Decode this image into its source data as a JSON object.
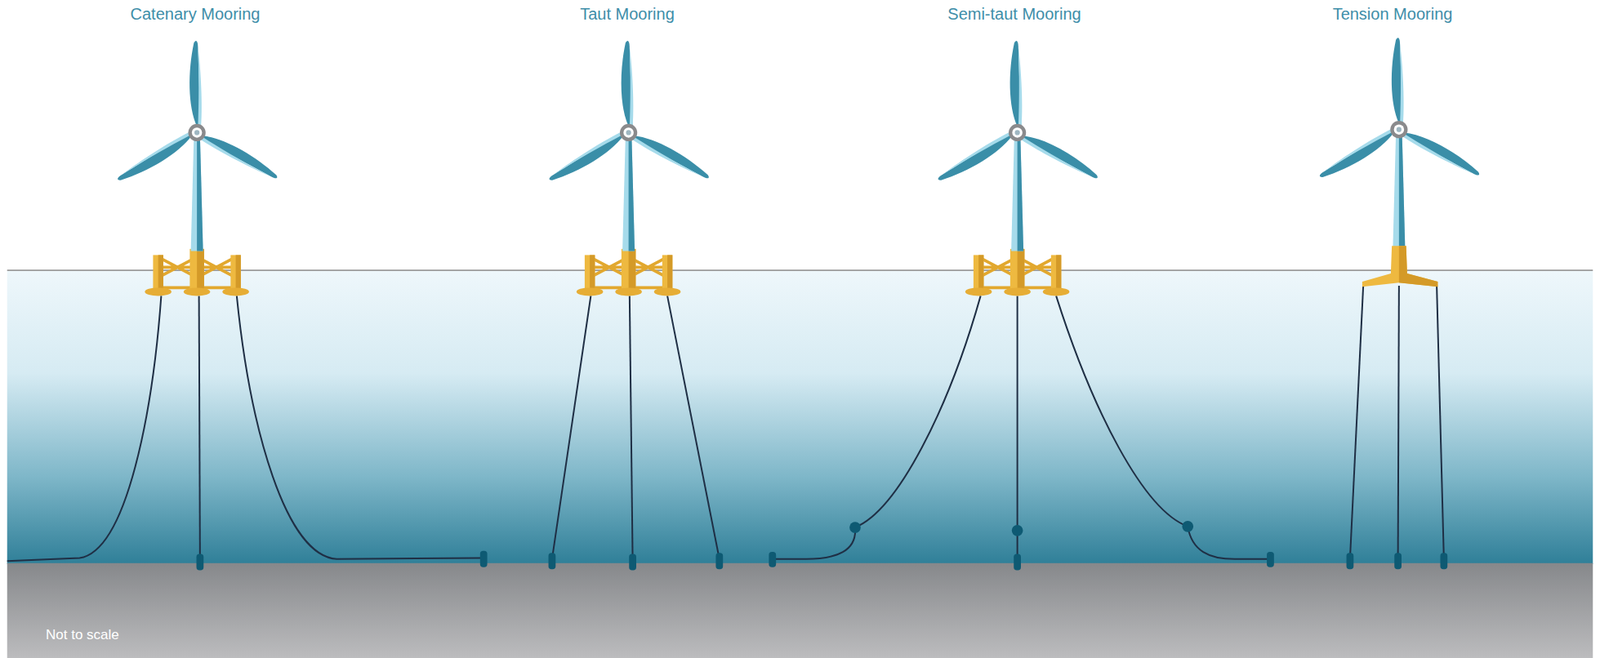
{
  "diagram": {
    "labels": [
      "Catenary Mooring",
      "Taut Mooring",
      "Semi-taut Mooring",
      "Tension Mooring",
      "Not to scale"
    ]
  }
}
